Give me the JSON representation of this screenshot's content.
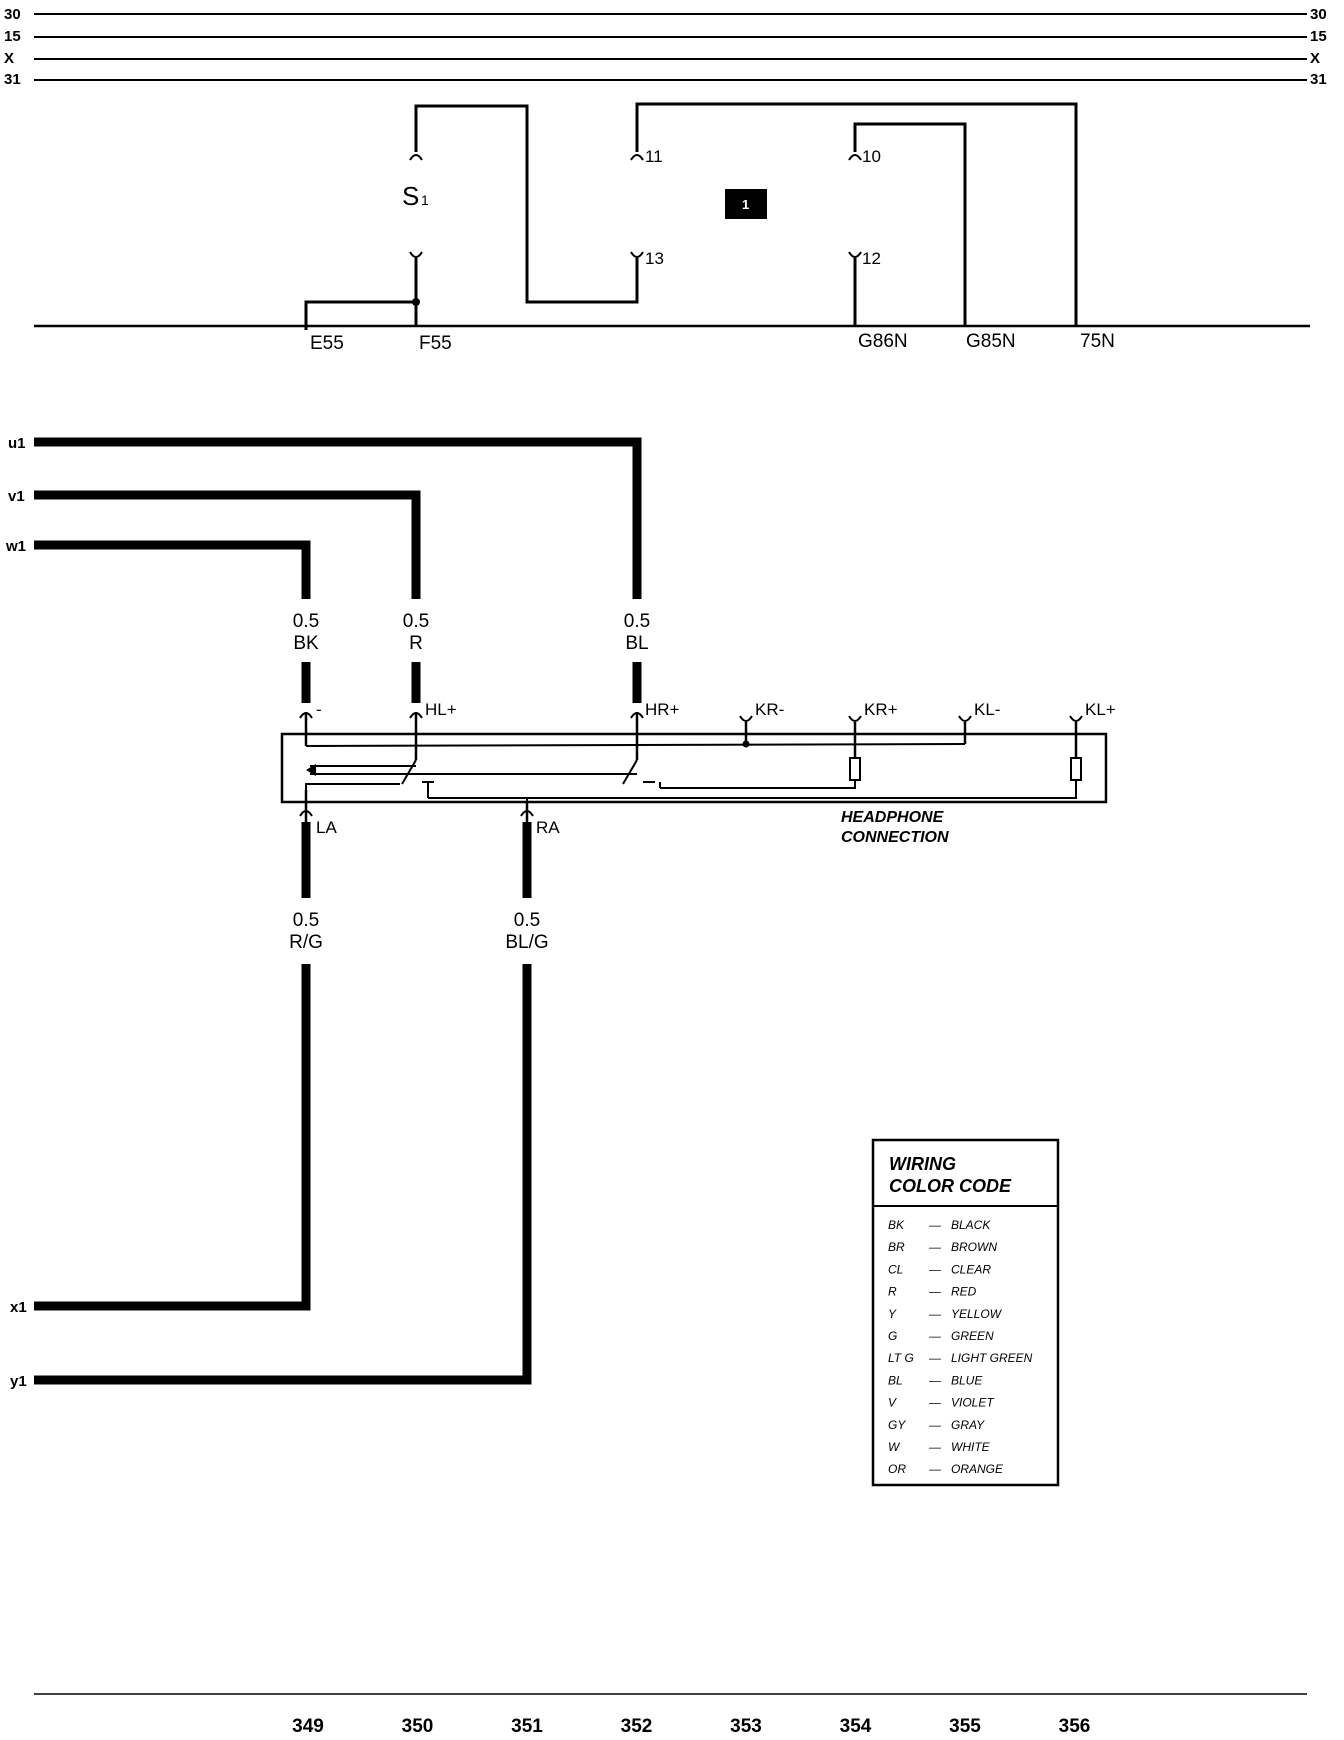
{
  "rails_left": [
    "30",
    "15",
    "X",
    "31"
  ],
  "rails_right": [
    "30",
    "15",
    "X",
    "31"
  ],
  "switch": {
    "letter": "S",
    "sub": "1"
  },
  "relay": {
    "badge": "1",
    "pins": [
      "11",
      "10",
      "13",
      "12"
    ]
  },
  "terminals": [
    "E55",
    "F55",
    "G86N",
    "G85N",
    "75N"
  ],
  "wire_ends_left": [
    "u1",
    "v1",
    "w1",
    "x1",
    "y1"
  ],
  "wires_top": [
    {
      "size": "0.5",
      "color": "BK"
    },
    {
      "size": "0.5",
      "color": "R"
    },
    {
      "size": "0.5",
      "color": "BL"
    }
  ],
  "wires_bottom": [
    {
      "size": "0.5",
      "color": "R/G"
    },
    {
      "size": "0.5",
      "color": "BL/G"
    }
  ],
  "headphone": {
    "top_pins": [
      "-",
      "HL+",
      "HR+",
      "KR-",
      "KR+",
      "KL-",
      "KL+"
    ],
    "bottom_pins": [
      "LA",
      "RA"
    ],
    "title_line1": "HEADPHONE",
    "title_line2": "CONNECTION"
  },
  "legend": {
    "title_line1": "WIRING",
    "title_line2": "COLOR CODE",
    "items": [
      {
        "code": "BK",
        "name": "BLACK"
      },
      {
        "code": "BR",
        "name": "BROWN"
      },
      {
        "code": "CL",
        "name": "CLEAR"
      },
      {
        "code": "R",
        "name": "RED"
      },
      {
        "code": "Y",
        "name": "YELLOW"
      },
      {
        "code": "G",
        "name": "GREEN"
      },
      {
        "code": "LT G",
        "name": "LIGHT GREEN"
      },
      {
        "code": "BL",
        "name": "BLUE"
      },
      {
        "code": "V",
        "name": "VIOLET"
      },
      {
        "code": "GY",
        "name": "GRAY"
      },
      {
        "code": "W",
        "name": "WHITE"
      },
      {
        "code": "OR",
        "name": "ORANGE"
      }
    ]
  },
  "bottom_numbers": [
    "349",
    "350",
    "351",
    "352",
    "353",
    "354",
    "355",
    "356"
  ]
}
